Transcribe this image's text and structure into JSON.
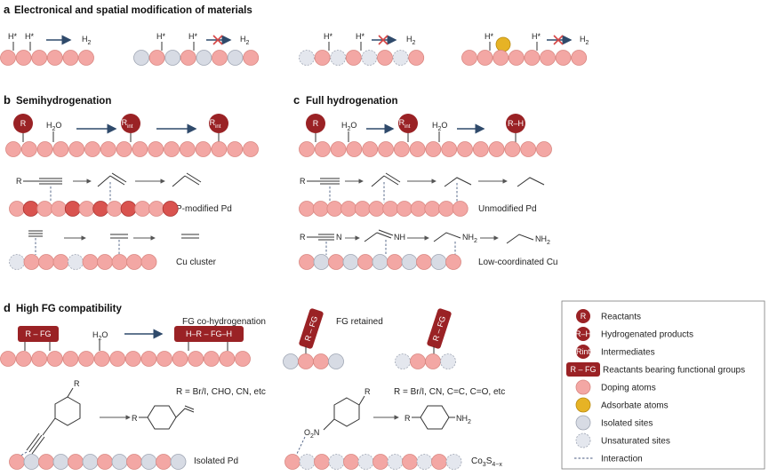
{
  "panel_a": {
    "letter": "a",
    "title": "Electronical and spatial modification of materials",
    "hstar": "H*",
    "h2": "H",
    "h2_sub": "2"
  },
  "panel_b": {
    "letter": "b",
    "title": "Semihydrogenation",
    "r": "R",
    "rint": "R",
    "rint_sub": "int",
    "h2o": "H",
    "h2o_sub": "2",
    "h2o_o": "O",
    "row2_label": "P-modified Pd",
    "row3_label": "Cu cluster",
    "alkyne_r": "R"
  },
  "panel_c": {
    "letter": "c",
    "title": "Full hydrogenation",
    "r": "R",
    "rint": "R",
    "rint_sub": "int",
    "rh": "R–H",
    "row2_label": "Unmodified Pd",
    "row3_label": "Low-coordinated Cu",
    "nitrile_n": "N",
    "imine_nh": "NH",
    "amine_nh2": "NH",
    "amine_sub": "2"
  },
  "panel_d": {
    "letter": "d",
    "title": "High FG compatibility",
    "cohydro_label": "FG co-hydrogenation",
    "retained_label": "FG retained",
    "r_fg": "R – FG",
    "h_r_fg_h": "H–R – FG–H",
    "r_groups_left": "R = Br/I, CHO, CN, etc",
    "r_groups_right": "R = Br/I, CN, C=C, C=O, etc",
    "isolated_label": "Isolated Pd",
    "co3s4_label": "Co",
    "co3s4_sub1": "3",
    "co3s4_s": "S",
    "co3s4_sub2": "4−x",
    "no2": "O",
    "no2_sub": "2",
    "no2_n": "N",
    "nh2": "NH",
    "nh2_sub": "2"
  },
  "legend": {
    "items": [
      {
        "icon": "reactant",
        "label": "Reactants",
        "symbol": "R"
      },
      {
        "icon": "product",
        "label": "Hydrogenated products",
        "symbol": "R–H"
      },
      {
        "icon": "intermediate",
        "label": "Intermediates",
        "symbol": "Rint"
      },
      {
        "icon": "fg-reactant",
        "label": "Reactants bearing functional groups",
        "symbol": "R – FG"
      },
      {
        "icon": "doping",
        "label": "Doping atoms"
      },
      {
        "icon": "adsorbate",
        "label": "Adsorbate atoms"
      },
      {
        "icon": "isolated",
        "label": "Isolated sites"
      },
      {
        "icon": "unsaturated",
        "label": "Unsaturated sites"
      },
      {
        "icon": "interaction",
        "label": "Interaction"
      }
    ]
  },
  "colors": {
    "pink": "#f3a7a4",
    "pink_stroke": "#d98781",
    "grey": "#d7dbe4",
    "grey_stroke": "#9ea5b3",
    "dark_red": "#9a2225",
    "doping": "#d9534f",
    "gold": "#e6b325",
    "arrow": "#2f4a6b"
  }
}
